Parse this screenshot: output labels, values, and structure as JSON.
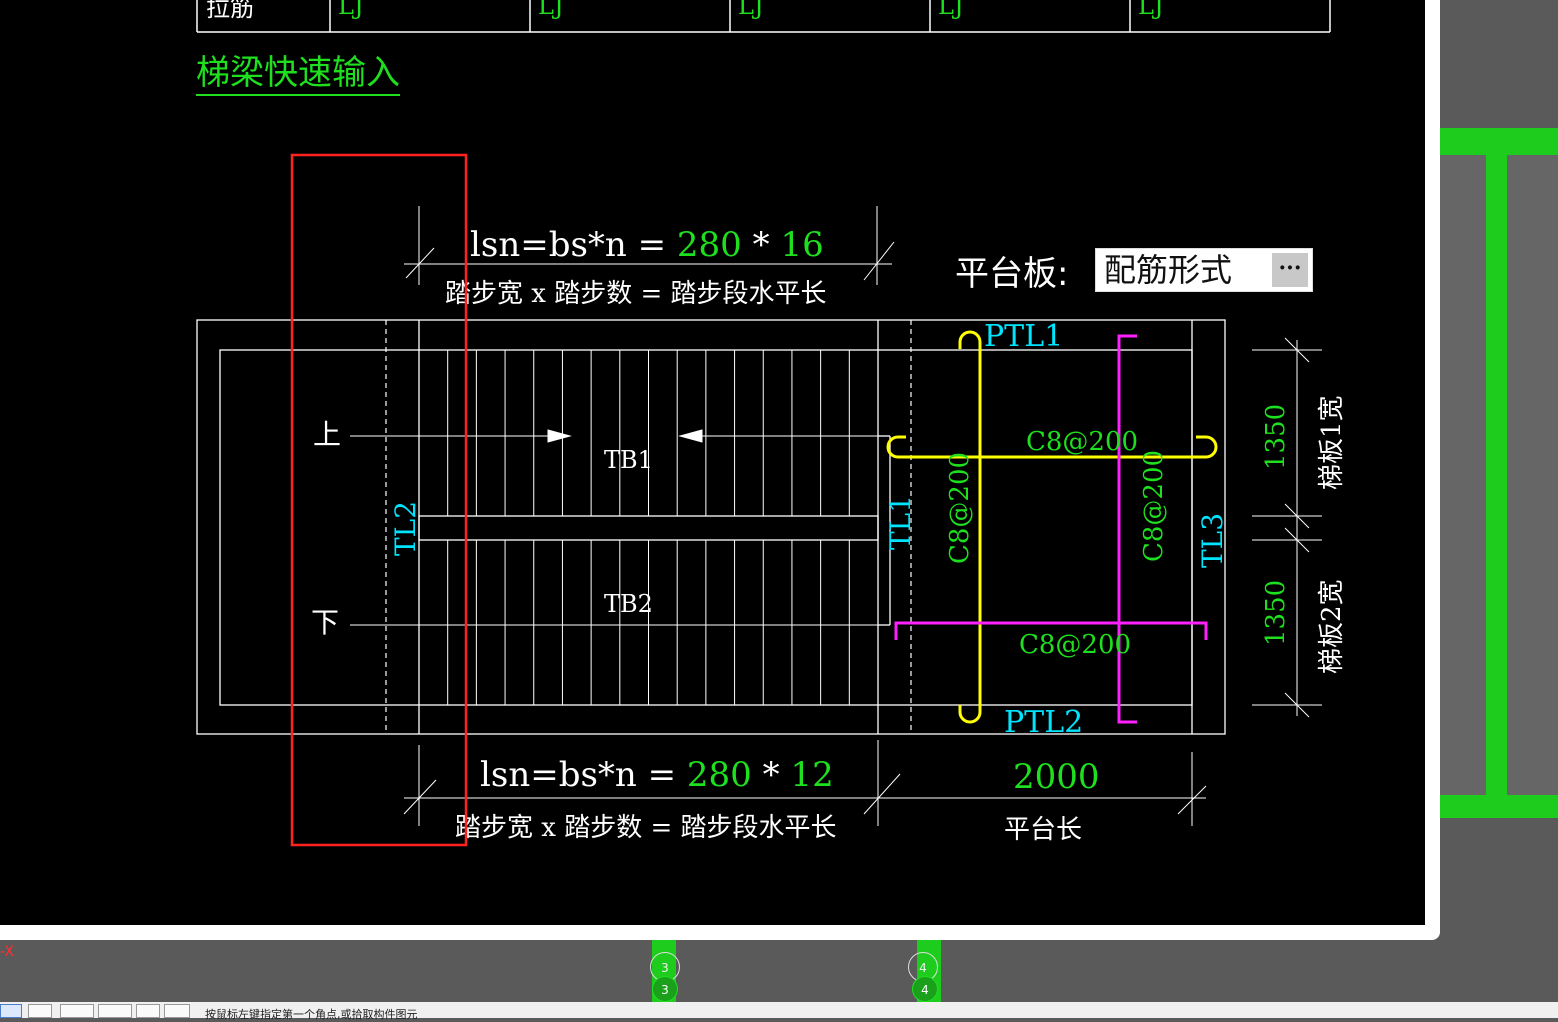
{
  "table_row": {
    "label": "拉筋",
    "cells": [
      "LJ",
      "LJ",
      "LJ",
      "LJ",
      "LJ"
    ]
  },
  "title_link": "梯梁快速输入",
  "platform": {
    "label": "平台板:",
    "select_value": "配筋形式",
    "select_button": "···"
  },
  "formula_top": {
    "prefix": "lsn=bs*n = ",
    "width": "280",
    "op": " * ",
    "count": "16",
    "caption": "踏步宽 x 踏步数 = 踏步段水平长"
  },
  "formula_bottom": {
    "prefix": "lsn=bs*n = ",
    "width": "280",
    "op": " * ",
    "count": "12",
    "caption": "踏步宽 x 踏步数 = 踏步段水平长"
  },
  "platform_length": {
    "value": "2000",
    "caption": "平台长"
  },
  "labels": {
    "up": "上",
    "down": "下",
    "tb1": "TB1",
    "tb2": "TB2",
    "tl1": "TL1",
    "tl2": "TL2",
    "tl3": "TL3",
    "ptl1": "PTL1",
    "ptl2": "PTL2",
    "rebar_top": "C8@200",
    "rebar_bottom": "C8@200",
    "rebar_left": "C8@200",
    "rebar_right": "C8@200",
    "width1_value": "1350",
    "width1_caption": "梯板1宽",
    "width2_value": "1350",
    "width2_caption": "梯板2宽"
  },
  "grid_axes": [
    "3",
    "4"
  ],
  "axis_x_label": "-X",
  "status_text": "按鼠标左键指定第一个角点,或拾取构件图元",
  "colors": {
    "green": "#1ee01e",
    "cyan": "#00e5ff",
    "yellow": "#ffff00",
    "magenta": "#ff20ff",
    "red": "#ff2020",
    "white": "#ffffff"
  }
}
